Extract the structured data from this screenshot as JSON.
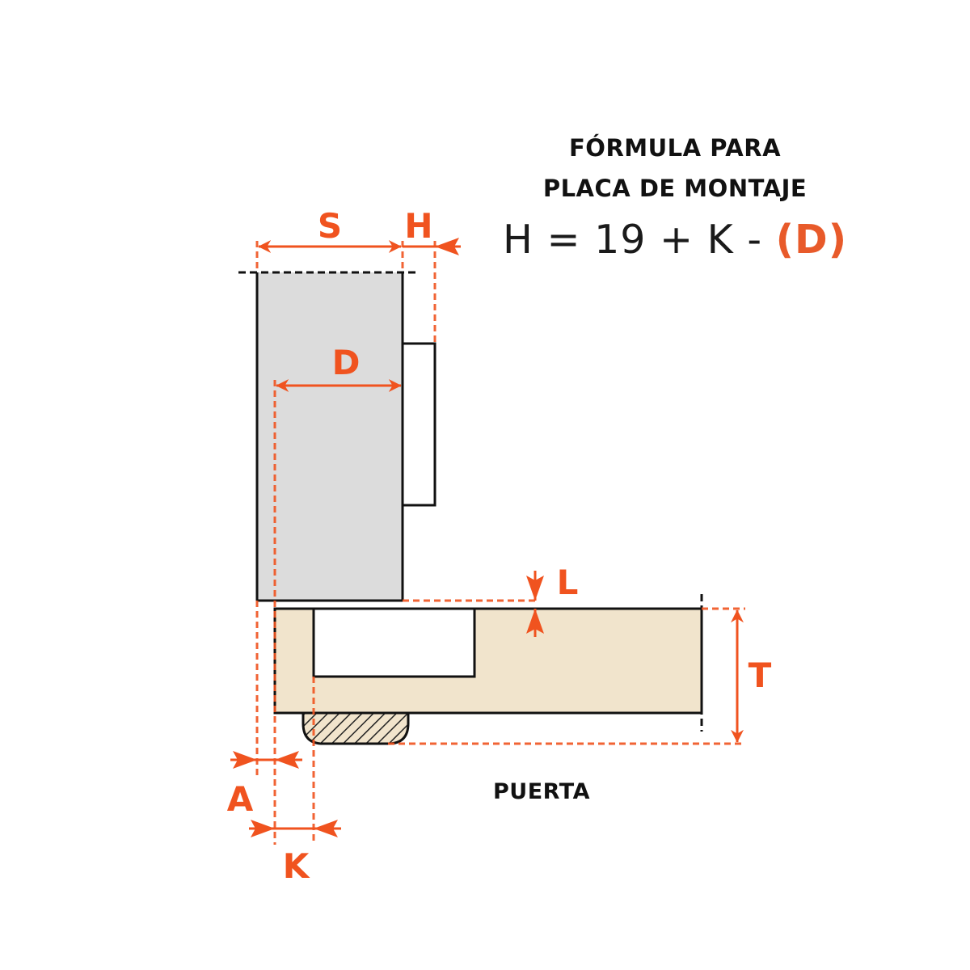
{
  "title": {
    "line1": "FÓRMULA PARA",
    "line2": "PLACA DE MONTAJE"
  },
  "formula": {
    "lhs": "H",
    "eq": "=",
    "constant": "19",
    "plus": "+",
    "k": "K",
    "minus": "-",
    "d": "(D)"
  },
  "labels": {
    "S": "S",
    "H": "H",
    "D": "D",
    "L": "L",
    "T": "T",
    "A": "A",
    "K": "K",
    "door": "PUERTA"
  },
  "colors": {
    "accent": "#f0531f",
    "formula_accent": "#e85a2a",
    "cabinet_fill": "#dcdcdc",
    "door_fill": "#f1e4cc",
    "outline": "#111111"
  }
}
